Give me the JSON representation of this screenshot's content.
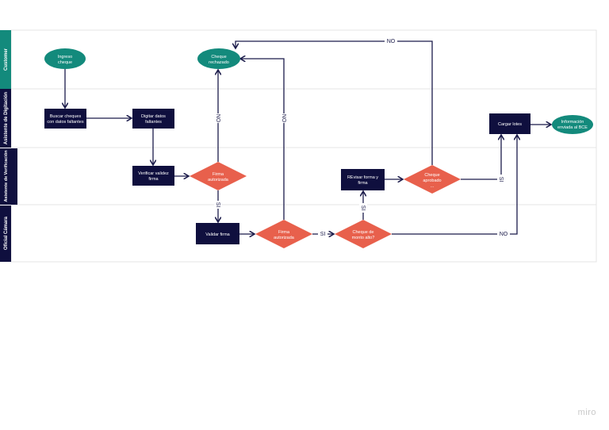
{
  "colors": {
    "teal": "#138a7c",
    "navy": "#0f0f3e",
    "salmon": "#e8604c",
    "line": "#1b1b4a"
  },
  "lanes": [
    "Customer",
    "Asistente de Digitación",
    "Asistente de Verificación",
    "Oficial Cámara"
  ],
  "nodes": {
    "ingreso": [
      "Ingreso",
      "cheque"
    ],
    "rechazado": [
      "Cheque",
      "rechazado"
    ],
    "buscar": [
      "Buscar cheques",
      "con datos faltantes"
    ],
    "digitar": [
      "Digitar datos",
      "faltantes"
    ],
    "verificar": [
      "Verificar validez",
      "firma"
    ],
    "firma1": [
      "Firma",
      "autorizada"
    ],
    "validar": [
      "Validar firma"
    ],
    "firma2": [
      "Firma",
      "autorizada"
    ],
    "monto": [
      "Cheque de",
      "monto alto?"
    ],
    "revisar": [
      "REvisar forma y",
      "firma"
    ],
    "aprobado": [
      "Cheque",
      "aprobado",
      "..."
    ],
    "cargar": [
      "Cargar lotes"
    ],
    "info": [
      "Información",
      "enviada al BCE"
    ]
  },
  "edges": {
    "no1": "NO",
    "si1": "SI",
    "no2": "NO",
    "si2": "SI",
    "si3": "SI",
    "no3": "NO",
    "no4": "NO",
    "si4": "SI"
  },
  "watermark": "miro"
}
